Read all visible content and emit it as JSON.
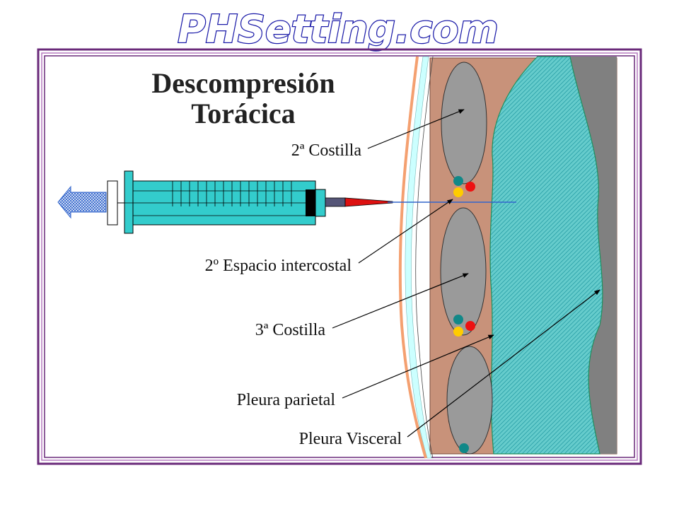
{
  "site": {
    "logo": "PHSetting.com"
  },
  "diagram": {
    "title_line1": "Descompresión",
    "title_line2": "Torácica",
    "labels": {
      "second_rib": "2ª Costilla",
      "intercostal_space": "2º Espacio intercostal",
      "third_rib": "3ª Costilla",
      "parietal_pleura": "Pleura parietal",
      "visceral_pleura": "Pleura Visceral"
    }
  },
  "colors": {
    "logo_fill": "#ffffff",
    "logo_outline": "#1a1aa8",
    "frame": "#6a2a7a",
    "muscle": "#c8927a",
    "rib": "#9a9a9a",
    "lung": "#66cccc",
    "mediastinum": "#808080",
    "syringe": "#33cccc",
    "needle": "#dd1111",
    "skin": "#f4a070",
    "pleural_layer": "#ccffff",
    "vein": "#118888",
    "artery": "#ee1111",
    "nerve": "#ffcc00",
    "arrow": "#3366cc"
  }
}
